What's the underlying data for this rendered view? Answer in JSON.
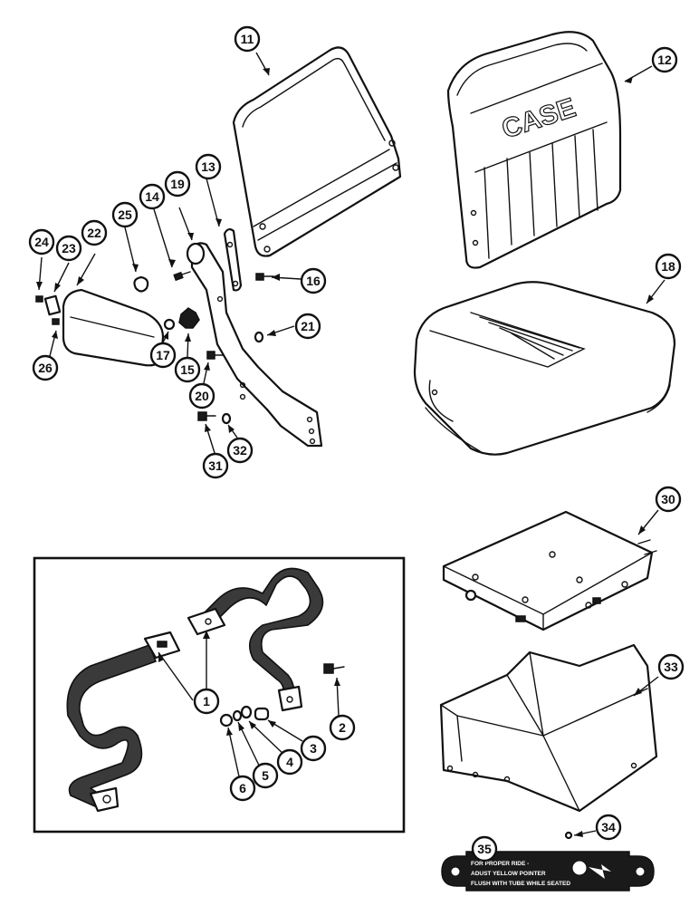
{
  "colors": {
    "ink": "#111111",
    "paper": "#ffffff",
    "strap": "#3a3a3a",
    "decal": "#1a1a1a"
  },
  "callouts": {
    "c1": "1",
    "c2": "2",
    "c3": "3",
    "c4": "4",
    "c5": "5",
    "c6": "6",
    "c11": "11",
    "c12": "12",
    "c13": "13",
    "c14": "14",
    "c15": "15",
    "c16": "16",
    "c17": "17",
    "c18": "18",
    "c19": "19",
    "c20": "20",
    "c21": "21",
    "c22": "22",
    "c23": "23",
    "c24": "24",
    "c25": "25",
    "c26": "26",
    "c30": "30",
    "c31": "31",
    "c32": "32",
    "c33": "33",
    "c34": "34",
    "c35": "35"
  },
  "decal": {
    "line1": "FOR PROPER RIDE -",
    "line2": "ADUST YELLOW POINTER",
    "line3": "FLUSH WITH TUBE WHILE SEATED"
  },
  "backrest_emblem": "CASE"
}
